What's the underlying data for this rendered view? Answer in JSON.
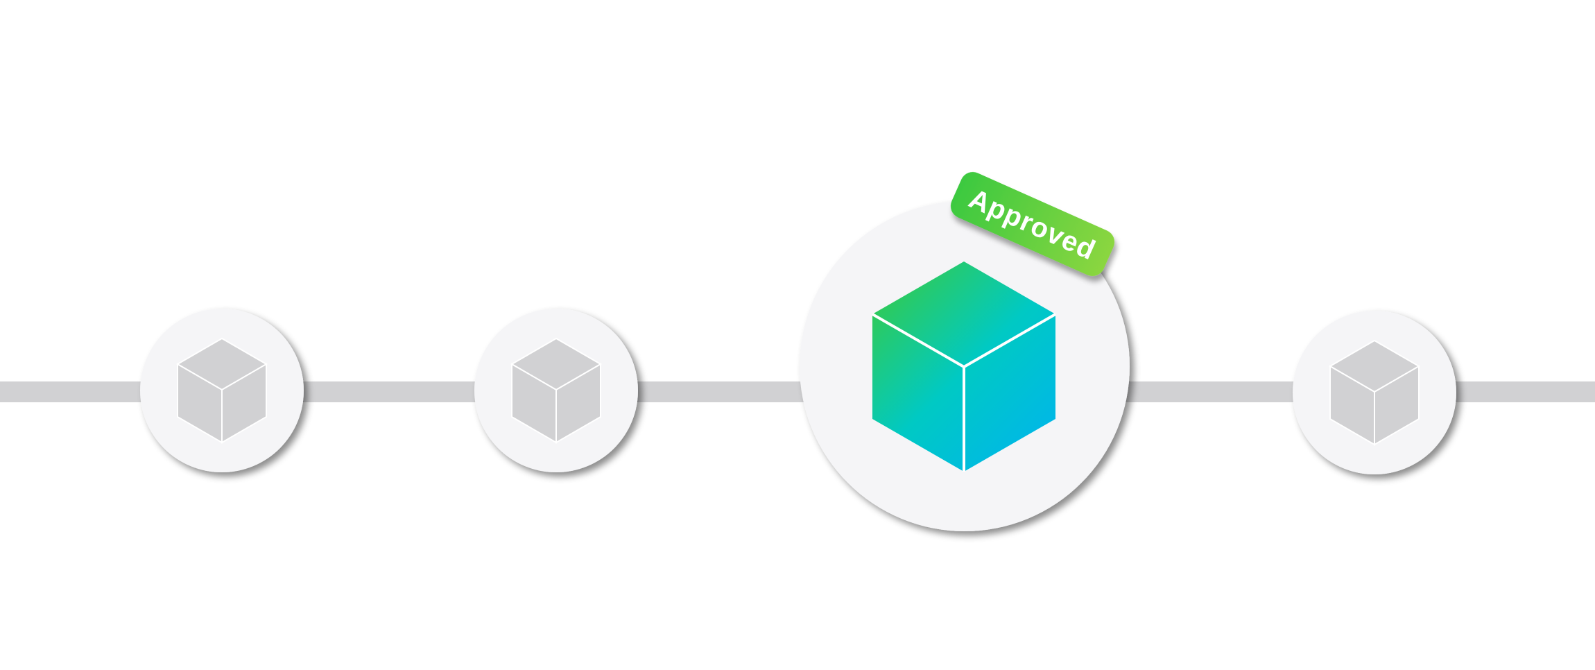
{
  "badge": {
    "label": "Approved",
    "color_start": "#3CC93F",
    "color_end": "#8BD640",
    "text_color": "#FFFFFF"
  },
  "colors": {
    "track": "#D1D1D3",
    "node_fill": "#F5F5F7",
    "inactive_cube": "#D1D1D3",
    "active_cube_start": "#3CCB3A",
    "active_cube_mid": "#00C9C4",
    "active_cube_end": "#00B6EA"
  },
  "steps": [
    {
      "status": "inactive",
      "icon": "cube-icon"
    },
    {
      "status": "inactive",
      "icon": "cube-icon"
    },
    {
      "status": "approved",
      "icon": "cube-icon"
    },
    {
      "status": "inactive",
      "icon": "cube-icon"
    }
  ]
}
